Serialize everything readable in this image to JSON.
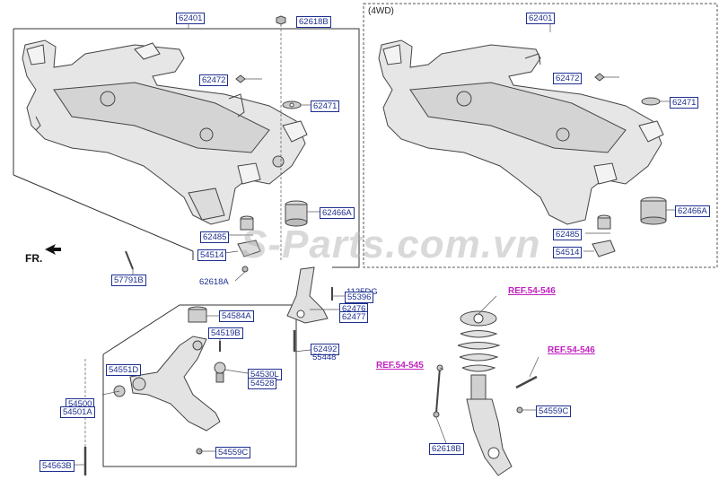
{
  "variant_label": "(4WD)",
  "direction_label": "FR.",
  "watermark": "S-Parts.com.vn",
  "labels": {
    "l62401a": "62401",
    "l62618b_top": "62618B",
    "l62472a": "62472",
    "l62471a": "62471",
    "l62466a_a": "62466A",
    "l62485a": "62485",
    "l54514a": "54514",
    "l57791b": "57791B",
    "l62618a": "62618A",
    "l1125dg": "1125DG",
    "l55396": "55396",
    "l62476": "62476",
    "l62477": "62477",
    "l62492": "62492",
    "l55448": "55448",
    "l54584a": "54584A",
    "l54519b": "54519B",
    "l54551d": "54551D",
    "l54530l": "54530L",
    "l54528": "54528",
    "l54500": "54500",
    "l54501a": "54501A",
    "l54559c_low": "54559C",
    "l54563b": "54563B",
    "l62401b": "62401",
    "l62472b": "62472",
    "l62471b": "62471",
    "l62466a_b": "62466A",
    "l62485b": "62485",
    "l54514b": "54514",
    "l54559c_right": "54559C",
    "l62618b_right": "62618B"
  },
  "refs": {
    "r546_top": "REF.54-546",
    "r545": "REF.54-545",
    "r546_right": "REF.54-546"
  }
}
